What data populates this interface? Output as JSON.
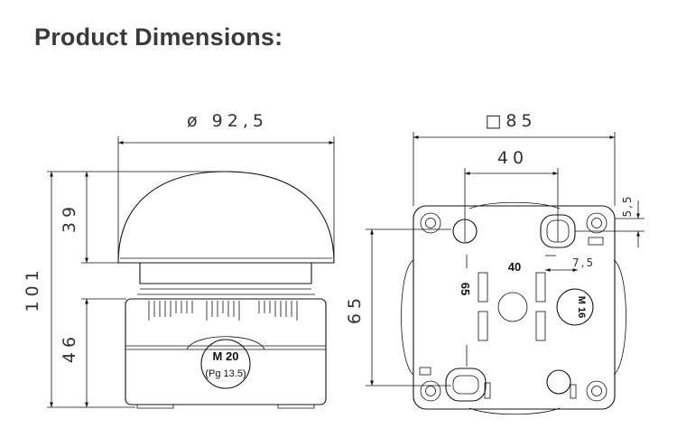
{
  "heading": "Product Dimensions:",
  "side_view": {
    "diameter": "ø 92,5",
    "cap_height": "39",
    "total_height": "101",
    "base_height": "46",
    "gland_thread": "M 20",
    "gland_pg": "(Pg 13.5)"
  },
  "top_view": {
    "square": "□85",
    "hole_spacing_x": "40",
    "offset_small": "5,5",
    "offset_slot": "7,5",
    "height": "65",
    "inner_x": "40",
    "inner_y": "65",
    "knockout": "M 16"
  }
}
